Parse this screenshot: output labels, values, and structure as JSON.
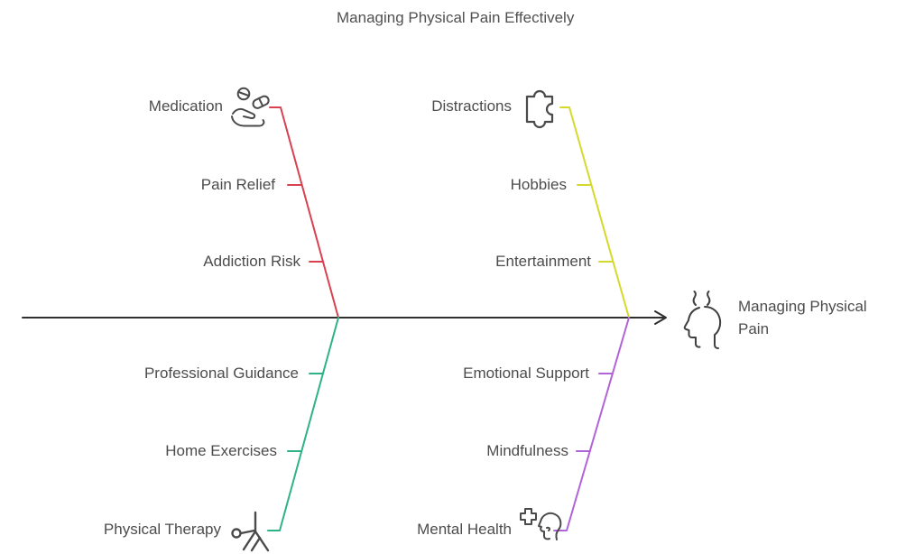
{
  "title": "Managing Physical Pain Effectively",
  "effect": {
    "label": "Managing Physical Pain",
    "icon": "head-pain-icon"
  },
  "colors": {
    "spine": "#2f2f2f",
    "icon_stroke": "#4a4a4a",
    "text": "#4c4c4c",
    "red": "#d8414f",
    "yellow": "#d4d92b",
    "green": "#2fb286",
    "purple": "#b163d8"
  },
  "branches": [
    {
      "label": "Medication",
      "icon": "hand-pills-icon",
      "color": "#d8414f",
      "position": "top-left",
      "children": [
        {
          "label": "Pain Relief"
        },
        {
          "label": "Addiction Risk"
        }
      ]
    },
    {
      "label": "Distractions",
      "icon": "puzzle-icon",
      "color": "#d4d92b",
      "position": "top-right",
      "children": [
        {
          "label": "Hobbies"
        },
        {
          "label": "Entertainment"
        }
      ]
    },
    {
      "label": "Physical Therapy",
      "icon": "exercise-icon",
      "color": "#2fb286",
      "position": "bottom-left",
      "children": [
        {
          "label": "Professional Guidance"
        },
        {
          "label": "Home Exercises"
        }
      ]
    },
    {
      "label": "Mental Health",
      "icon": "head-plus-icon",
      "color": "#b163d8",
      "position": "bottom-right",
      "children": [
        {
          "label": "Emotional Support"
        },
        {
          "label": "Mindfulness"
        }
      ]
    }
  ]
}
